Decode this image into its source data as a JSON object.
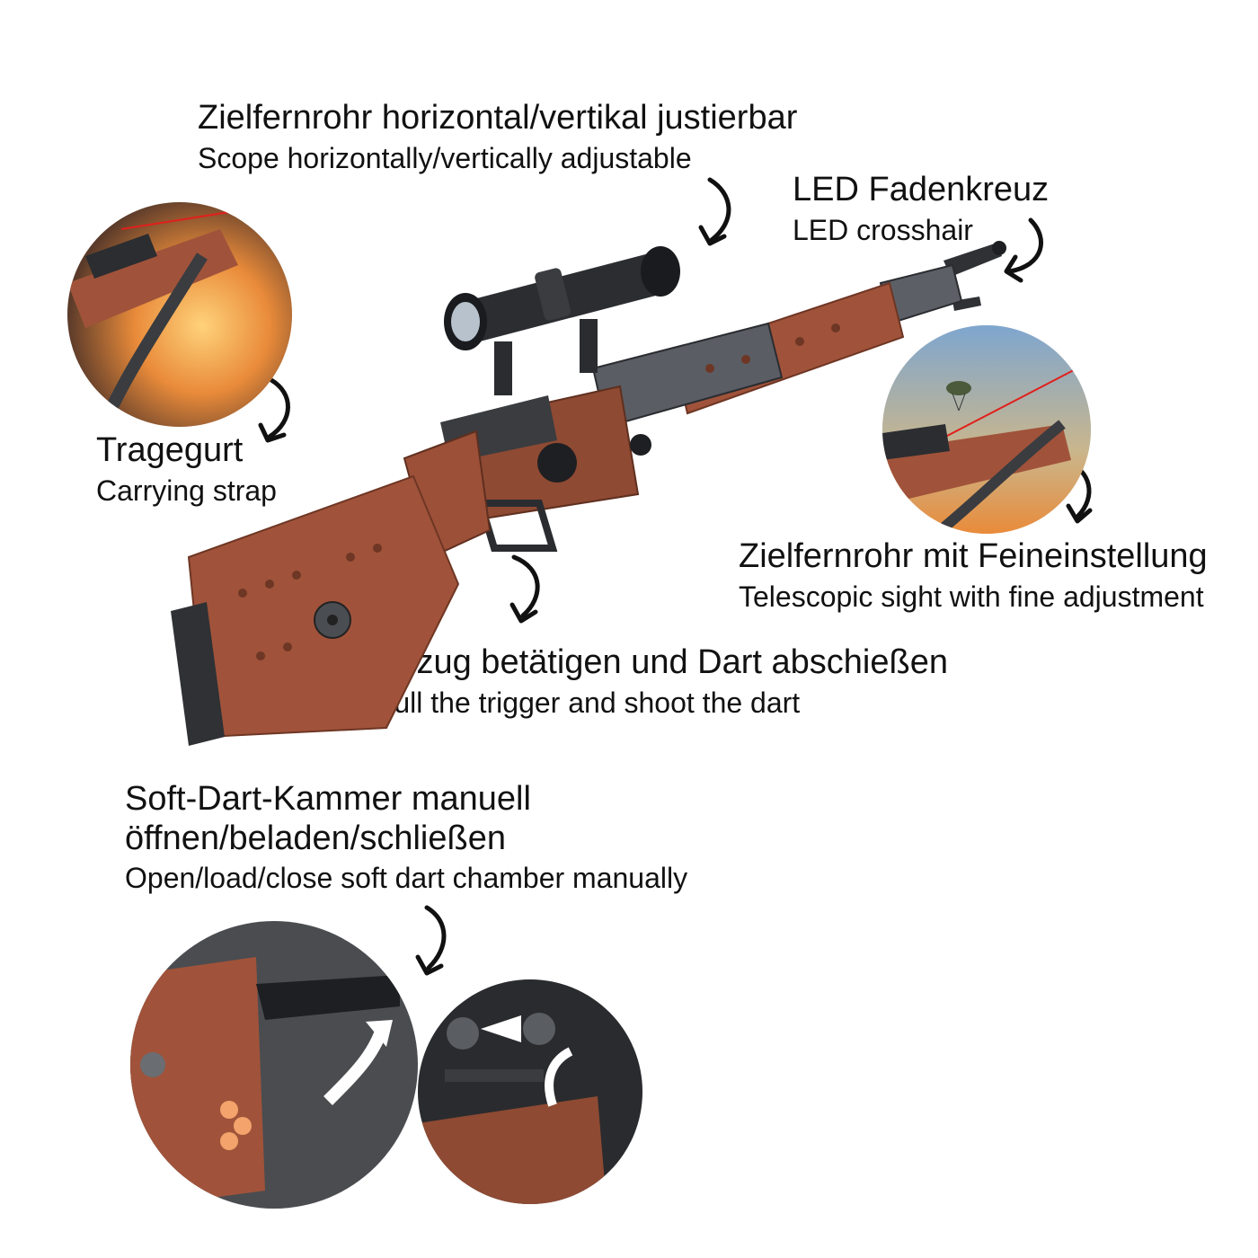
{
  "labels": {
    "scope": {
      "de": "Zielfernrohr horizontal/vertikal justierbar",
      "en": "Scope horizontally/vertically adjustable"
    },
    "led": {
      "de": "LED Fadenkreuz",
      "en": "LED crosshair"
    },
    "strap": {
      "de": "Tragegurt",
      "en": "Carrying strap"
    },
    "fine_adjust": {
      "de": "Zielfernrohr mit Feineinstellung",
      "en": "Telescopic sight with fine adjustment"
    },
    "trigger": {
      "de": "Abzug betätigen und Dart abschießen",
      "en": "Pull the trigger and shoot the dart"
    },
    "chamber": {
      "de_line1": "Soft-Dart-Kammer manuell",
      "de_line2": "öffnen/beladen/schließen",
      "en": "Open/load/close soft dart chamber manually"
    }
  },
  "colors": {
    "stock_brown": "#a0533a",
    "stock_dark": "#7a3a26",
    "metal_gray": "#4a4d52",
    "metal_dark": "#2a2c30",
    "laser_red": "#e0201c",
    "fire_orange": "#f0a040",
    "sky_blue": "#8fb3d6"
  },
  "icons": {
    "arrow": "curved-arrow-icon"
  }
}
